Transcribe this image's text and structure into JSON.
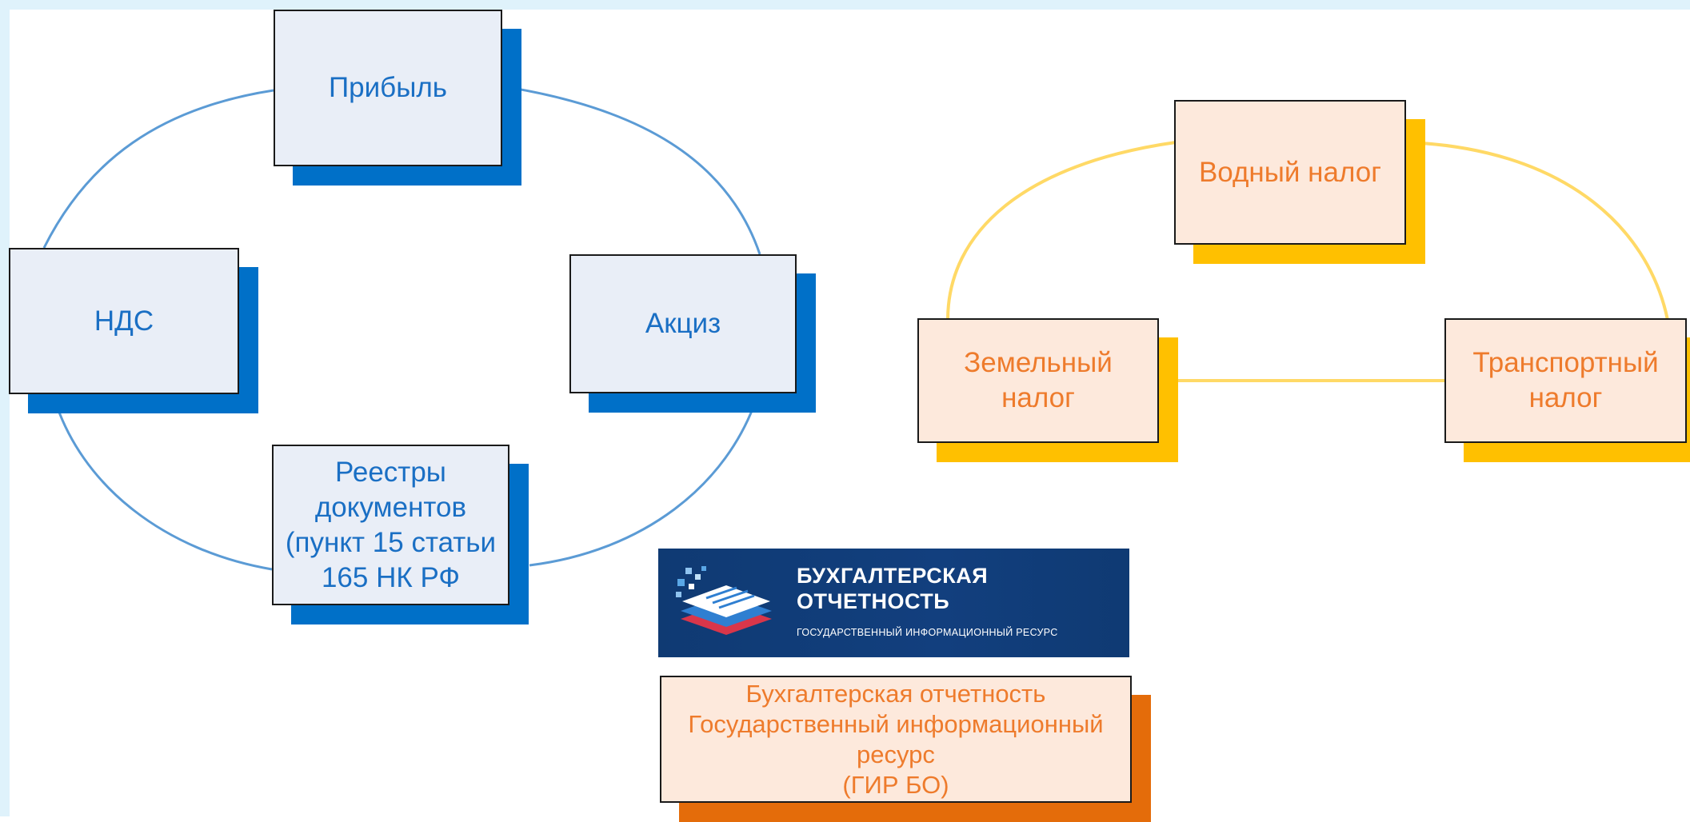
{
  "colors": {
    "blue_fill": "#e9eef7",
    "blue_shadow": "#0070c8",
    "blue_text": "#1a6fc4",
    "blue_line": "#5b9bd5",
    "yellow_shadow": "#ffc000",
    "yellow_line": "#ffd966",
    "peach_fill": "#fde9dc",
    "orange_text": "#ee7b2c",
    "orange_shadow": "#e46c0a",
    "logo_bg": "#0f3f7a"
  },
  "blue_cycle": {
    "profit": "Прибыль",
    "vat": "НДС",
    "excise": "Акциз",
    "registries": "Реестры\nдокументов\n(пункт 15 статьи\n165 НК РФ"
  },
  "yellow_group": {
    "water_tax": "Водный налог",
    "land_tax": "Земельный\nналог",
    "transport_tax": "Транспортный\nналог"
  },
  "gir_bo": {
    "logo_title": "БУХГАЛТЕРСКАЯ\nОТЧЕТНОСТЬ",
    "logo_subtitle": "ГОСУДАРСТВЕННЫЙ ИНФОРМАЦИОННЫЙ РЕСУРС",
    "logo_icon": "stacked-documents-icon",
    "box_text": "Бухгалтерская отчетность\nГосударственный информационный\nресурс\n(ГИР БО)"
  }
}
